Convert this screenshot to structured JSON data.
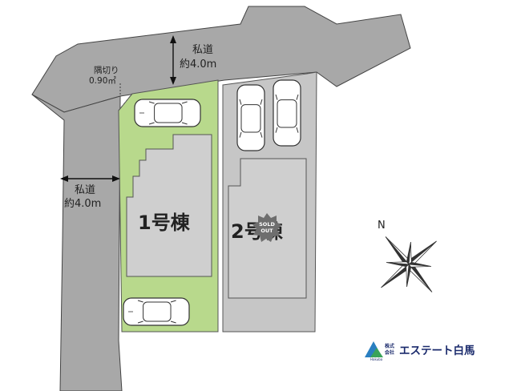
{
  "road_top": {
    "label": "私道",
    "width": "約4.0m"
  },
  "road_left": {
    "label": "私道",
    "width": "約4.0m"
  },
  "corner_cut": {
    "label": "隅切り",
    "value": "0.90㎡"
  },
  "lot1": {
    "label": "1号棟"
  },
  "lot2": {
    "label": "2号棟",
    "badge_line1": "SOLD",
    "badge_line2": "OUT"
  },
  "compass": {
    "north": "N"
  },
  "logo": {
    "prefix_top": "株式",
    "prefix_bottom": "会社",
    "name": "エステート白馬",
    "tagline": "Hakuba"
  },
  "colors": {
    "road": "#a8a8a8",
    "lot1_fill": "#b8d98c",
    "lot2_fill": "#c6c6c6",
    "building": "#cfcfcf",
    "sold_badge": "#6e6e6e"
  }
}
